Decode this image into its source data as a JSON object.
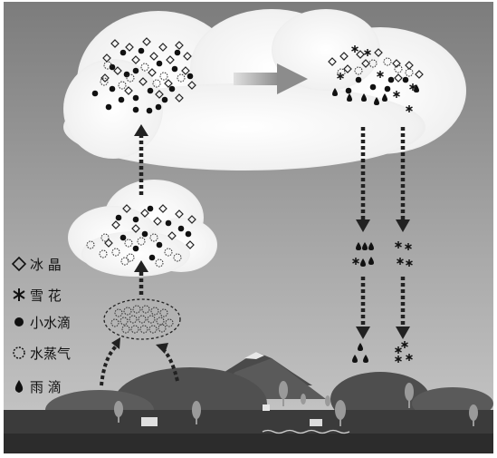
{
  "legend": {
    "items": [
      {
        "symbol": "diamond-icon",
        "label": "冰 晶"
      },
      {
        "symbol": "snowflake-icon",
        "label": "雪 花"
      },
      {
        "symbol": "filled-dot-icon",
        "label": "小水滴"
      },
      {
        "symbol": "dotted-circle-icon",
        "label": "水蒸气"
      },
      {
        "symbol": "raindrop-icon",
        "label": "雨 滴"
      }
    ]
  },
  "colors": {
    "sky_top": "#8a8a8a",
    "sky_bottom": "#bdbdbd",
    "cloud": "#f4f4f4",
    "ground": "#3a3a3a",
    "hills": "#555555",
    "mountain": "#4a4a4a",
    "arrow": "#333333",
    "transfer_arrow": "#9a9a9a"
  }
}
